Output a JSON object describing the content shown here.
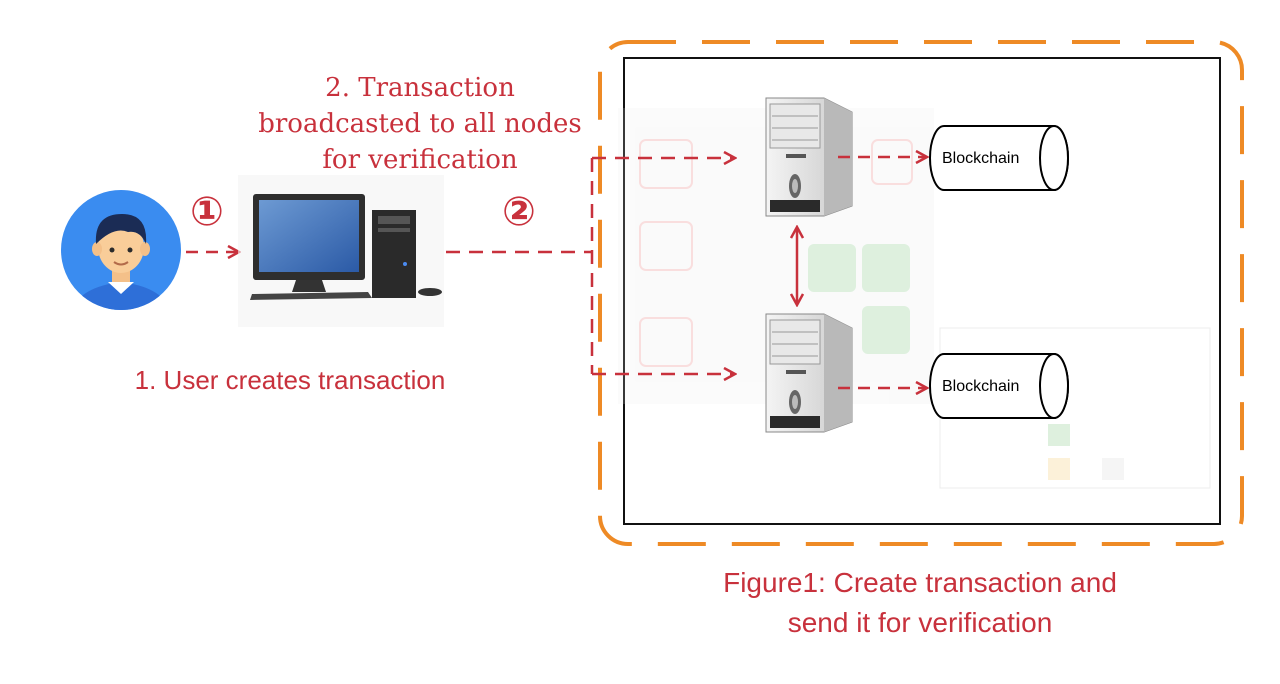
{
  "steps": {
    "step1_caption": "1. User creates transaction",
    "step2_caption": "2. Transaction\nbroadcasted to all nodes\nfor verification",
    "step1_marker": "①",
    "step2_marker": "②"
  },
  "nodes": {
    "blockchain_top": "Blockchain",
    "blockchain_bottom": "Blockchain"
  },
  "figure": {
    "caption": "Figure1: Create transaction and\nsend it for verification"
  },
  "colors": {
    "accent_red": "#c8313c",
    "boundary_orange": "#ee8a25",
    "user_avatar_bg": "#3a8cf0"
  },
  "icons": [
    "user-avatar-icon",
    "desktop-computer-icon",
    "server-tower-icon",
    "database-cylinder-icon"
  ]
}
